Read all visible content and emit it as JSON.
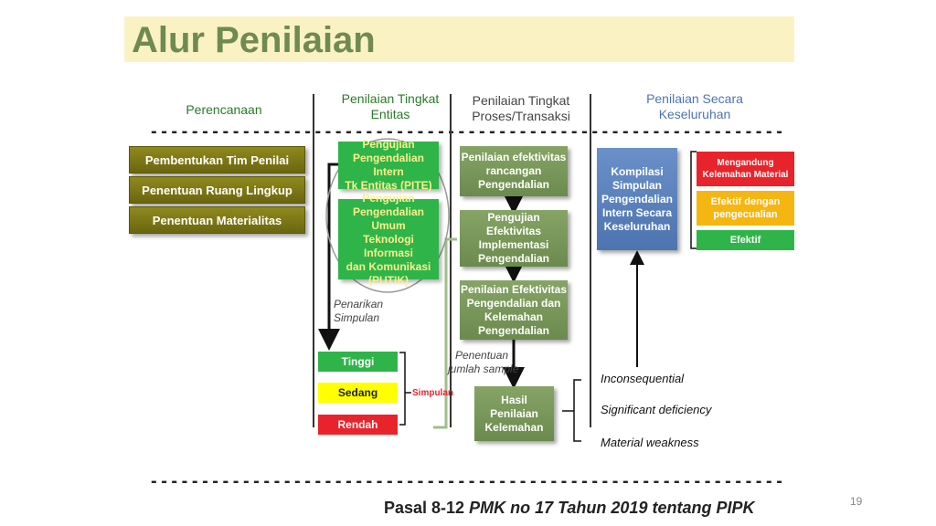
{
  "title": "Alur Penilaian",
  "columns": {
    "perencanaan": "Perencanaan",
    "entitas": [
      "Penilaian Tingkat",
      "Entitas"
    ],
    "proses": [
      "Penilaian Tingkat",
      "Proses/Transaksi"
    ],
    "keseluruhan": [
      "Penilaian Secara",
      "Keseluruhan"
    ]
  },
  "dashes": "- - - - - - - - - - - - - - - - - - - - - - - - - - - - - - - - - - - - - - - - - - - - - - - - - - - - - - - - - - - - - - - - - - - - - - - - - - - - - - - - - - - - - - - - - - - - -",
  "perencanaan_steps": [
    "Pembentukan Tim Penilai",
    "Penentuan Ruang Lingkup",
    "Penentuan Materialitas"
  ],
  "entitas_boxes": {
    "pite": [
      "Pengujian",
      "Pengendalian Intern",
      "Tk Entitas (PITE)"
    ],
    "putik": [
      "Pengujian",
      "Pengendalian Umum",
      "Teknologi Informasi",
      "dan Komunikasi",
      "(PUTIK)"
    ]
  },
  "penarikan_simpulan": [
    "Penarikan",
    "Simpulan"
  ],
  "levels": [
    "Tinggi",
    "Sedang",
    "Rendah"
  ],
  "simpulan_label": "Simpulan",
  "proses_boxes": {
    "rancangan": [
      "Penilaian efektivitas",
      "rancangan",
      "Pengendalian"
    ],
    "implementasi": [
      "Pengujian",
      "Efektivitas",
      "Implementasi",
      "Pengendalian"
    ],
    "kelemahan": [
      "Penilaian Efektivitas",
      "Pengendalian dan",
      "Kelemahan",
      "Pengendalian"
    ],
    "hasil": [
      "Hasil",
      "Penilaian",
      "Kelemahan"
    ]
  },
  "penentuan_sample": [
    "Penentuan",
    "jumlah sample"
  ],
  "hasil_outcomes": [
    "Inconsequential",
    "Significant deficiency",
    "Material weakness"
  ],
  "kompilasi": [
    "Kompilasi",
    "Simpulan",
    "Pengendalian",
    "Intern Secara",
    "Keseluruhan"
  ],
  "ratings": [
    {
      "text": [
        "Mengandung",
        "Kelemahan Material"
      ],
      "color": "#e8232b"
    },
    {
      "text": [
        "Efektif dengan",
        "pengecualian"
      ],
      "color": "#f6b611"
    },
    {
      "text": [
        "Efektif"
      ],
      "color": "#2fb44a"
    }
  ],
  "footer": {
    "pasal": "Pasal 8-12 ",
    "pmk": "PMK  no 17 Tahun 2019 tentang PIPK"
  },
  "page_number": "19",
  "colors": {
    "title": "#6f8a52",
    "title_bg": "#fbf2c4",
    "olive": "#7c7616",
    "sage": "#7a9a5a",
    "blue": "#5b82bd",
    "green": "#2fb44a",
    "red": "#e8232b",
    "yellow": "#ffff00"
  }
}
